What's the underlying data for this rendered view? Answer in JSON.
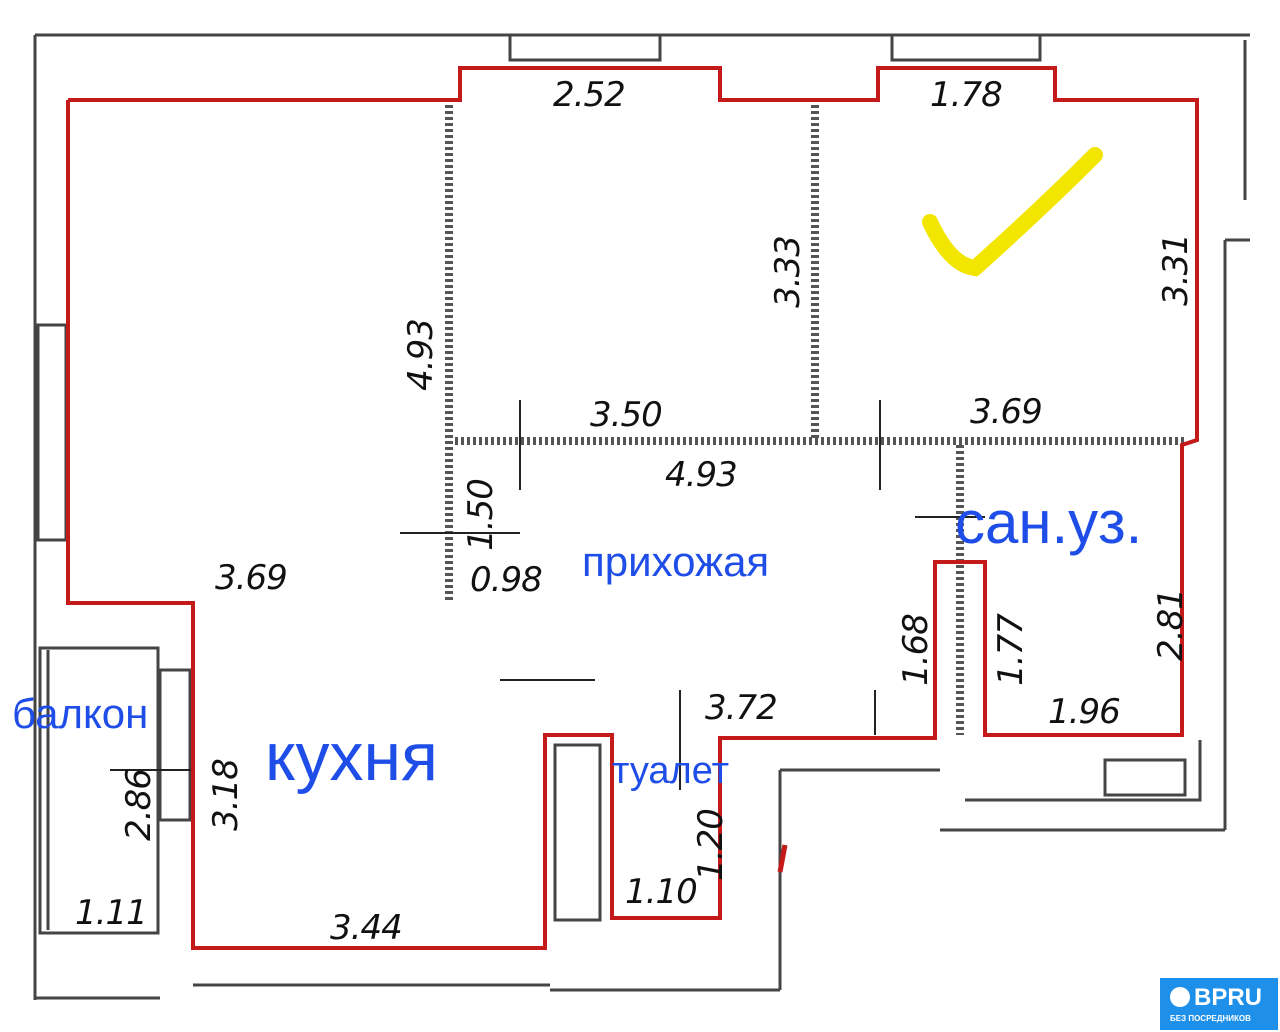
{
  "plan": {
    "dimensions": {
      "room1_top": "2.52",
      "room2_top": "1.78",
      "room1_height": "3.33",
      "room2_height": "3.31",
      "room1_bottom": "3.50",
      "room2_bottom": "3.69",
      "living_height": "4.93",
      "living_bottom": "3.69",
      "hall_top": "4.93",
      "hall_side": "1.50",
      "hall_small": "0.98",
      "hall_bottom": "3.72",
      "hall_right": "1.68",
      "bath_height": "1.77",
      "bath_height2": "2.81",
      "bath_width": "1.96",
      "kitchen_height": "3.18",
      "kitchen_width": "3.44",
      "balcony_height": "2.86",
      "balcony_width": "1.11",
      "toilet_height": "1.20",
      "toilet_width": "1.10"
    },
    "rooms": {
      "hall": "прихожая",
      "bathroom": "сан.уз.",
      "kitchen": "кухня",
      "balcony": "балкон",
      "toilet": "туалет"
    },
    "colors": {
      "outline": "#c41a1a",
      "label": "#1f4de8",
      "check": "#f2e600"
    }
  },
  "logo": {
    "name": "BPRU",
    "tagline": "БЕЗ ПОСРЕДНИКОВ"
  }
}
